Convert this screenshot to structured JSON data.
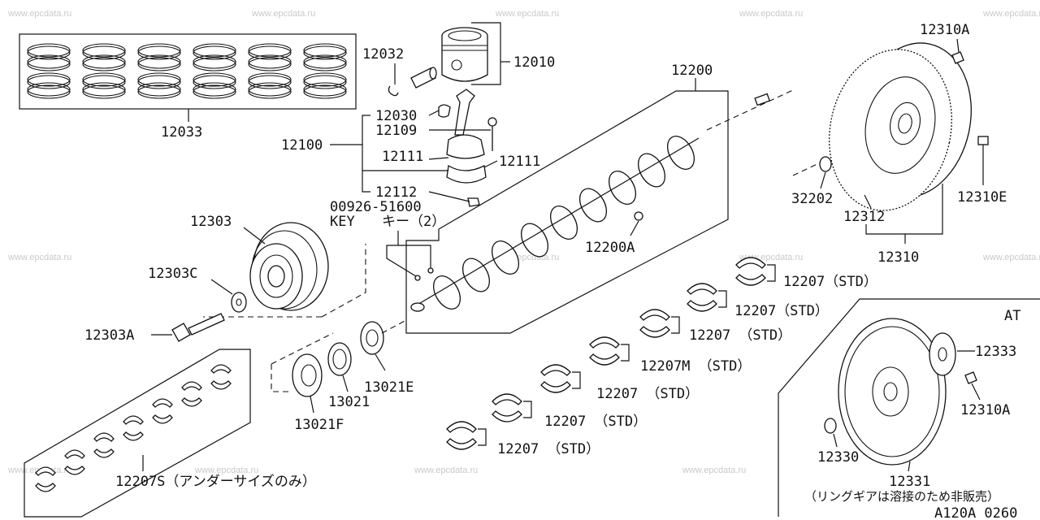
{
  "watermark": "www.epcdata.ru",
  "labels": {
    "p12033": "12033",
    "p12032": "12032",
    "p12010": "12010",
    "p12200": "12200",
    "p12310A_top": "12310A",
    "p12030": "12030",
    "p12109": "12109",
    "p12100": "12100",
    "p12111_l": "12111",
    "p12111_r": "12111",
    "p12112": "12112",
    "p00926": "00926-51600",
    "key_en": "KEY",
    "key_jp": "キー（2）",
    "p12303": "12303",
    "p12303C": "12303C",
    "p12303A": "12303A",
    "p12200A": "12200A",
    "p32202": "32202",
    "p12312": "12312",
    "p12310E": "12310E",
    "p12310": "12310",
    "b1": "12207（STD）",
    "b2": "12207（STD）",
    "b3": "12207 （STD）",
    "b4": "12207M （STD）",
    "b5": "12207 （STD）",
    "b6": "12207 （STD）",
    "b7": "12207 （STD）",
    "p13021E": "13021E",
    "p13021": "13021",
    "p13021F": "13021F",
    "p12207S": "12207S（アンダーサイズのみ）",
    "at": "AT",
    "p12333": "12333",
    "p12310A_at": "12310A",
    "p12330": "12330",
    "p12331": "12331",
    "ring_note": "（リングギアは溶接のため非販売）",
    "diagram_code": "A120A 0260"
  }
}
